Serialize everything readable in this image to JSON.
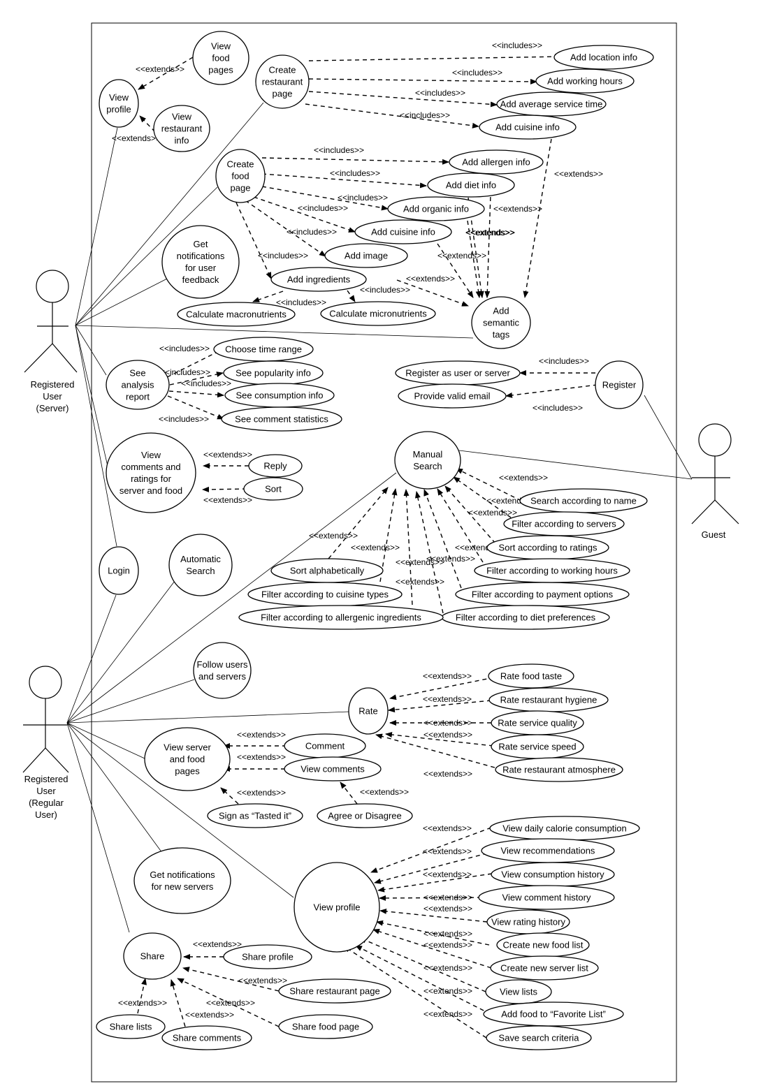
{
  "actors": [
    {
      "id": "server",
      "label": [
        "Registered",
        "User",
        "(Server)"
      ]
    },
    {
      "id": "guest",
      "label": [
        "Guest"
      ]
    },
    {
      "id": "regular",
      "label": [
        "Registered",
        "User",
        "(Regular",
        "User)"
      ]
    }
  ],
  "use_cases": [
    {
      "id": "view_profile_s",
      "label": [
        "View",
        "profile"
      ]
    },
    {
      "id": "view_food_pages",
      "label": [
        "View",
        "food",
        "pages"
      ]
    },
    {
      "id": "view_rest_info",
      "label": [
        "View",
        "restaurant",
        "info"
      ]
    },
    {
      "id": "create_rest_page",
      "label": [
        "Create",
        "restaurant",
        "page"
      ]
    },
    {
      "id": "add_location",
      "label": [
        "Add location info"
      ]
    },
    {
      "id": "add_hours",
      "label": [
        "Add working hours"
      ]
    },
    {
      "id": "add_avg_time",
      "label": [
        "Add average service time"
      ]
    },
    {
      "id": "add_cuisine_r",
      "label": [
        "Add cuisine info"
      ]
    },
    {
      "id": "create_food_page",
      "label": [
        "Create",
        "food",
        "page"
      ]
    },
    {
      "id": "add_allergen",
      "label": [
        "Add allergen info"
      ]
    },
    {
      "id": "add_diet",
      "label": [
        "Add diet info"
      ]
    },
    {
      "id": "add_organic",
      "label": [
        "Add organic info"
      ]
    },
    {
      "id": "add_cuisine_f",
      "label": [
        "Add cuisine info"
      ]
    },
    {
      "id": "add_image",
      "label": [
        "Add image"
      ]
    },
    {
      "id": "add_ingredients",
      "label": [
        "Add ingredients"
      ]
    },
    {
      "id": "calc_macro",
      "label": [
        "Calculate macronutrients"
      ]
    },
    {
      "id": "calc_micro",
      "label": [
        "Calculate micronutrients"
      ]
    },
    {
      "id": "add_tags",
      "label": [
        "Add",
        "semantic",
        "tags"
      ]
    },
    {
      "id": "get_notif_feedback",
      "label": [
        "Get",
        "notifications",
        "for user",
        "feedback"
      ]
    },
    {
      "id": "see_analysis",
      "label": [
        "See",
        "analysis",
        "report"
      ]
    },
    {
      "id": "choose_time",
      "label": [
        "Choose time range"
      ]
    },
    {
      "id": "see_popularity",
      "label": [
        "See popularity info"
      ]
    },
    {
      "id": "see_consumption",
      "label": [
        "See consumption info"
      ]
    },
    {
      "id": "see_comment_stats",
      "label": [
        "See comment statistics"
      ]
    },
    {
      "id": "view_comments_ratings",
      "label": [
        "View",
        "comments and",
        "ratings for",
        "server and food"
      ]
    },
    {
      "id": "reply",
      "label": [
        "Reply"
      ]
    },
    {
      "id": "sort",
      "label": [
        "Sort"
      ]
    },
    {
      "id": "register",
      "label": [
        "Register"
      ]
    },
    {
      "id": "register_as",
      "label": [
        "Register as user or server"
      ]
    },
    {
      "id": "valid_email",
      "label": [
        "Provide valid email"
      ]
    },
    {
      "id": "login",
      "label": [
        "Login"
      ]
    },
    {
      "id": "auto_search",
      "label": [
        "Automatic",
        "Search"
      ]
    },
    {
      "id": "manual_search",
      "label": [
        "Manual",
        "Search"
      ]
    },
    {
      "id": "search_name",
      "label": [
        "Search according to name"
      ]
    },
    {
      "id": "filter_servers",
      "label": [
        "Filter according to servers"
      ]
    },
    {
      "id": "sort_ratings",
      "label": [
        "Sort according to ratings"
      ]
    },
    {
      "id": "filter_hours",
      "label": [
        "Filter according to working hours"
      ]
    },
    {
      "id": "filter_payment",
      "label": [
        "Filter according to payment options"
      ]
    },
    {
      "id": "filter_diet",
      "label": [
        "Filter according to diet preferences"
      ]
    },
    {
      "id": "sort_alpha",
      "label": [
        "Sort alphabetically"
      ]
    },
    {
      "id": "filter_cuisine",
      "label": [
        "Filter according to cuisine types"
      ]
    },
    {
      "id": "filter_allergenic",
      "label": [
        "Filter according to allergenic ingredients"
      ]
    },
    {
      "id": "follow",
      "label": [
        "Follow users",
        "and servers"
      ]
    },
    {
      "id": "rate",
      "label": [
        "Rate"
      ]
    },
    {
      "id": "rate_taste",
      "label": [
        "Rate food taste"
      ]
    },
    {
      "id": "rate_hygiene",
      "label": [
        "Rate restaurant hygiene"
      ]
    },
    {
      "id": "rate_service_quality",
      "label": [
        "Rate service quality"
      ]
    },
    {
      "id": "rate_service_speed",
      "label": [
        "Rate service speed"
      ]
    },
    {
      "id": "rate_atmosphere",
      "label": [
        "Rate restaurant atmosphere"
      ]
    },
    {
      "id": "view_server_food",
      "label": [
        "View server",
        "and food",
        "pages"
      ]
    },
    {
      "id": "comment",
      "label": [
        "Comment"
      ]
    },
    {
      "id": "view_comments",
      "label": [
        "View comments"
      ]
    },
    {
      "id": "tasted_it",
      "label": [
        "Sign as “Tasted it”"
      ]
    },
    {
      "id": "agree",
      "label": [
        "Agree or Disagree"
      ]
    },
    {
      "id": "get_notif_servers",
      "label": [
        "Get notifications",
        "for new servers"
      ]
    },
    {
      "id": "view_profile_r",
      "label": [
        "View profile"
      ]
    },
    {
      "id": "vp_daily_cal",
      "label": [
        "View daily calorie consumption"
      ]
    },
    {
      "id": "vp_recs",
      "label": [
        "View recommendations"
      ]
    },
    {
      "id": "vp_consumption",
      "label": [
        "View consumption history"
      ]
    },
    {
      "id": "vp_comment_hist",
      "label": [
        "View comment history"
      ]
    },
    {
      "id": "vp_rating_hist",
      "label": [
        "View rating history"
      ]
    },
    {
      "id": "vp_new_food_list",
      "label": [
        "Create new food list"
      ]
    },
    {
      "id": "vp_new_server_list",
      "label": [
        "Create new server list"
      ]
    },
    {
      "id": "vp_view_lists",
      "label": [
        "View lists"
      ]
    },
    {
      "id": "vp_favorite",
      "label": [
        "Add food to “Favorite List”"
      ]
    },
    {
      "id": "vp_save_search",
      "label": [
        "Save search criteria"
      ]
    },
    {
      "id": "share",
      "label": [
        "Share"
      ]
    },
    {
      "id": "share_profile",
      "label": [
        "Share profile"
      ]
    },
    {
      "id": "share_rest",
      "label": [
        "Share restaurant page"
      ]
    },
    {
      "id": "share_food",
      "label": [
        "Share food page"
      ]
    },
    {
      "id": "share_lists",
      "label": [
        "Share lists"
      ]
    },
    {
      "id": "share_comments",
      "label": [
        "Share comments"
      ]
    }
  ],
  "relation_labels": {
    "includes": "<<includes>>",
    "extends": "<<extends>>"
  },
  "relations": [
    {
      "from": "view_food_pages",
      "to": "view_profile_s",
      "type": "extends"
    },
    {
      "from": "view_rest_info",
      "to": "view_profile_s",
      "type": "extends"
    },
    {
      "from": "create_rest_page",
      "to": "add_location",
      "type": "includes"
    },
    {
      "from": "create_rest_page",
      "to": "add_hours",
      "type": "includes"
    },
    {
      "from": "create_rest_page",
      "to": "add_avg_time",
      "type": "includes"
    },
    {
      "from": "create_rest_page",
      "to": "add_cuisine_r",
      "type": "includes"
    },
    {
      "from": "create_food_page",
      "to": "add_allergen",
      "type": "includes"
    },
    {
      "from": "create_food_page",
      "to": "add_diet",
      "type": "includes"
    },
    {
      "from": "create_food_page",
      "to": "add_organic",
      "type": "includes"
    },
    {
      "from": "create_food_page",
      "to": "add_cuisine_f",
      "type": "includes"
    },
    {
      "from": "create_food_page",
      "to": "add_image",
      "type": "includes"
    },
    {
      "from": "create_food_page",
      "to": "add_ingredients",
      "type": "includes"
    },
    {
      "from": "add_ingredients",
      "to": "calc_macro",
      "type": "includes"
    },
    {
      "from": "add_ingredients",
      "to": "calc_micro",
      "type": "includes"
    },
    {
      "from": "add_cuisine_r",
      "to": "add_tags",
      "type": "extends"
    },
    {
      "from": "add_allergen",
      "to": "add_tags",
      "type": "extends"
    },
    {
      "from": "add_diet",
      "to": "add_tags",
      "type": "extends"
    },
    {
      "from": "add_organic",
      "to": "add_tags",
      "type": "extends"
    },
    {
      "from": "add_cuisine_f",
      "to": "add_tags",
      "type": "extends"
    },
    {
      "from": "add_ingredients",
      "to": "add_tags",
      "type": "extends"
    },
    {
      "from": "see_analysis",
      "to": "choose_time",
      "type": "includes"
    },
    {
      "from": "see_analysis",
      "to": "see_popularity",
      "type": "includes"
    },
    {
      "from": "see_analysis",
      "to": "see_consumption",
      "type": "includes"
    },
    {
      "from": "see_analysis",
      "to": "see_comment_stats",
      "type": "includes"
    },
    {
      "from": "reply",
      "to": "view_comments_ratings",
      "type": "extends"
    },
    {
      "from": "sort",
      "to": "view_comments_ratings",
      "type": "extends"
    },
    {
      "from": "register",
      "to": "register_as",
      "type": "includes"
    },
    {
      "from": "register",
      "to": "valid_email",
      "type": "includes"
    },
    {
      "from": "search_name",
      "to": "manual_search",
      "type": "extends"
    },
    {
      "from": "filter_servers",
      "to": "manual_search",
      "type": "extends"
    },
    {
      "from": "sort_ratings",
      "to": "manual_search",
      "type": "extends"
    },
    {
      "from": "filter_hours",
      "to": "manual_search",
      "type": "extends"
    },
    {
      "from": "filter_payment",
      "to": "manual_search",
      "type": "extends"
    },
    {
      "from": "filter_diet",
      "to": "manual_search",
      "type": "extends"
    },
    {
      "from": "sort_alpha",
      "to": "manual_search",
      "type": "extends"
    },
    {
      "from": "filter_cuisine",
      "to": "manual_search",
      "type": "extends"
    },
    {
      "from": "filter_allergenic",
      "to": "manual_search",
      "type": "extends"
    },
    {
      "from": "rate_taste",
      "to": "rate",
      "type": "extends"
    },
    {
      "from": "rate_hygiene",
      "to": "rate",
      "type": "extends"
    },
    {
      "from": "rate_service_quality",
      "to": "rate",
      "type": "extends"
    },
    {
      "from": "rate_service_speed",
      "to": "rate",
      "type": "extends"
    },
    {
      "from": "rate_atmosphere",
      "to": "rate",
      "type": "extends"
    },
    {
      "from": "comment",
      "to": "view_server_food",
      "type": "extends"
    },
    {
      "from": "view_comments",
      "to": "view_server_food",
      "type": "extends"
    },
    {
      "from": "tasted_it",
      "to": "view_server_food",
      "type": "extends"
    },
    {
      "from": "agree",
      "to": "view_comments",
      "type": "extends"
    },
    {
      "from": "vp_daily_cal",
      "to": "view_profile_r",
      "type": "extends"
    },
    {
      "from": "vp_recs",
      "to": "view_profile_r",
      "type": "extends"
    },
    {
      "from": "vp_consumption",
      "to": "view_profile_r",
      "type": "extends"
    },
    {
      "from": "vp_comment_hist",
      "to": "view_profile_r",
      "type": "extends"
    },
    {
      "from": "vp_rating_hist",
      "to": "view_profile_r",
      "type": "extends"
    },
    {
      "from": "vp_new_food_list",
      "to": "view_profile_r",
      "type": "extends"
    },
    {
      "from": "vp_new_server_list",
      "to": "view_profile_r",
      "type": "extends"
    },
    {
      "from": "vp_view_lists",
      "to": "view_profile_r",
      "type": "extends"
    },
    {
      "from": "vp_favorite",
      "to": "view_profile_r",
      "type": "extends"
    },
    {
      "from": "vp_save_search",
      "to": "view_profile_r",
      "type": "extends"
    },
    {
      "from": "share_profile",
      "to": "share",
      "type": "extends"
    },
    {
      "from": "share_rest",
      "to": "share",
      "type": "extends"
    },
    {
      "from": "share_food",
      "to": "share",
      "type": "extends"
    },
    {
      "from": "share_lists",
      "to": "share",
      "type": "extends"
    },
    {
      "from": "share_comments",
      "to": "share",
      "type": "extends"
    }
  ],
  "associations": [
    {
      "actor": "server",
      "use_case": "view_profile_s"
    },
    {
      "actor": "server",
      "use_case": "create_rest_page"
    },
    {
      "actor": "server",
      "use_case": "create_food_page"
    },
    {
      "actor": "server",
      "use_case": "get_notif_feedback"
    },
    {
      "actor": "server",
      "use_case": "add_tags"
    },
    {
      "actor": "server",
      "use_case": "see_analysis"
    },
    {
      "actor": "server",
      "use_case": "view_comments_ratings"
    },
    {
      "actor": "server",
      "use_case": "login"
    },
    {
      "actor": "guest",
      "use_case": "register"
    },
    {
      "actor": "guest",
      "use_case": "manual_search"
    },
    {
      "actor": "regular",
      "use_case": "login"
    },
    {
      "actor": "regular",
      "use_case": "auto_search"
    },
    {
      "actor": "regular",
      "use_case": "manual_search"
    },
    {
      "actor": "regular",
      "use_case": "follow"
    },
    {
      "actor": "regular",
      "use_case": "rate"
    },
    {
      "actor": "regular",
      "use_case": "view_server_food"
    },
    {
      "actor": "regular",
      "use_case": "get_notif_servers"
    },
    {
      "actor": "regular",
      "use_case": "view_profile_r"
    },
    {
      "actor": "regular",
      "use_case": "share"
    }
  ]
}
